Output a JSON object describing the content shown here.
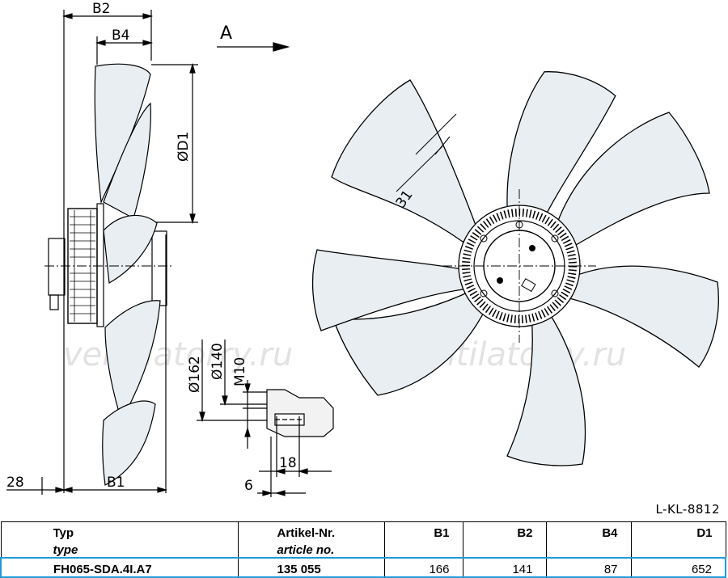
{
  "dimension_labels": {
    "b2": "B2",
    "b4": "B4",
    "d1": "ØD1",
    "b1": "B1",
    "left_28": "28",
    "d162": "Ø162",
    "d140": "Ø140",
    "m10": "M10",
    "v18": "18",
    "v6": "6",
    "v31": "31",
    "arrow_a": "A"
  },
  "watermark": [
    "ventilatorry.ru",
    "ventilatorry.ru"
  ],
  "drawing_code": "L-KL-8812",
  "table": {
    "headers": [
      {
        "main": "Typ",
        "sub": "type"
      },
      {
        "main": "Artikel-Nr.",
        "sub": "article no."
      },
      {
        "main": "B1",
        "sub": ""
      },
      {
        "main": "B2",
        "sub": ""
      },
      {
        "main": "B4",
        "sub": ""
      },
      {
        "main": "D1",
        "sub": ""
      }
    ],
    "row": [
      "FH065-SDA.4I.A7",
      "135 055",
      "166",
      "141",
      "87",
      "652"
    ]
  },
  "colors": {
    "highlight_border": "#1f9bd7",
    "blade_fill": "#e8eef2"
  }
}
